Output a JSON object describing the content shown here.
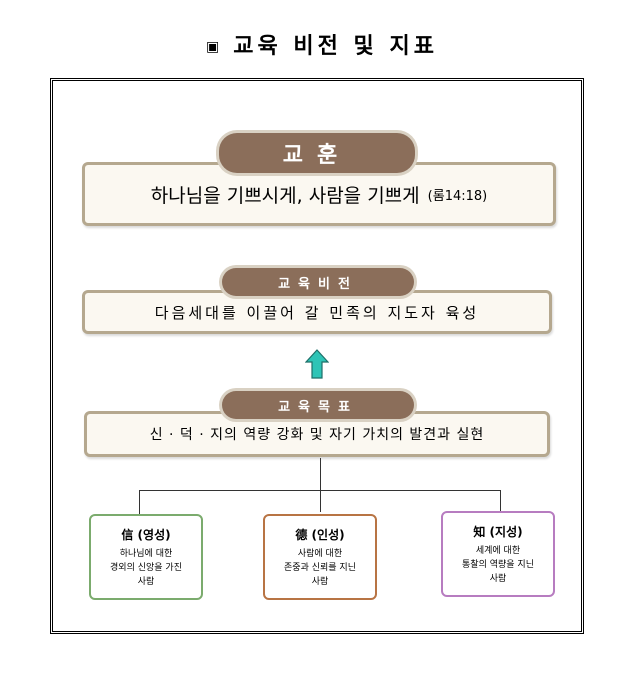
{
  "header": {
    "marker": "▣",
    "title": "교육 비전 및 지표"
  },
  "motto": {
    "label": "교훈",
    "text": "하나님을 기쁘시게, 사람을 기쁘게",
    "reference": "(롬14:18)"
  },
  "vision": {
    "label": "교육비전",
    "text": "다음세대를 이끌어 갈 민족의 지도자 육성"
  },
  "goal": {
    "label": "교육목표",
    "text": "신 · 덕 · 지의 역량 강화 및 자기 가치의 발견과 실현"
  },
  "pillars": [
    {
      "head": "信 (영성)",
      "lines": [
        "하나님에 대한",
        "경외의 신앙을 가진",
        "사람"
      ],
      "color": "#7bab6d"
    },
    {
      "head": "德 (인성)",
      "lines": [
        "사람에 대한",
        "존중과 신뢰를 지닌",
        "사람"
      ],
      "color": "#b87444"
    },
    {
      "head": "知 (지성)",
      "lines": [
        "세계에 대한",
        "통찰의 역량을 지닌",
        "사람"
      ],
      "color": "#b77cc0"
    }
  ],
  "colors": {
    "pill": "#8b6e5a",
    "band_border": "#b5a88f",
    "arrow": "#2ec4b6"
  },
  "icons": {
    "arrow": "up-arrow-icon"
  }
}
